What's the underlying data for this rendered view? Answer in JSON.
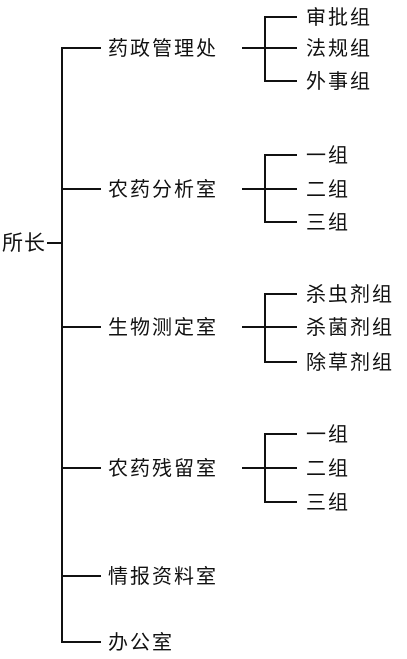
{
  "root": {
    "label": "所长"
  },
  "departments": [
    {
      "label": "药政管理处",
      "groups": [
        "审批组",
        "法规组",
        "外事组"
      ]
    },
    {
      "label": "农药分析室",
      "groups": [
        "一组",
        "二组",
        "三组"
      ]
    },
    {
      "label": "生物测定室",
      "groups": [
        "杀虫剂组",
        "杀菌剂组",
        "除草剂组"
      ]
    },
    {
      "label": "农药残留室",
      "groups": [
        "一组",
        "二组",
        "三组"
      ]
    },
    {
      "label": "情报资料室",
      "groups": []
    },
    {
      "label": "办公室",
      "groups": []
    }
  ]
}
